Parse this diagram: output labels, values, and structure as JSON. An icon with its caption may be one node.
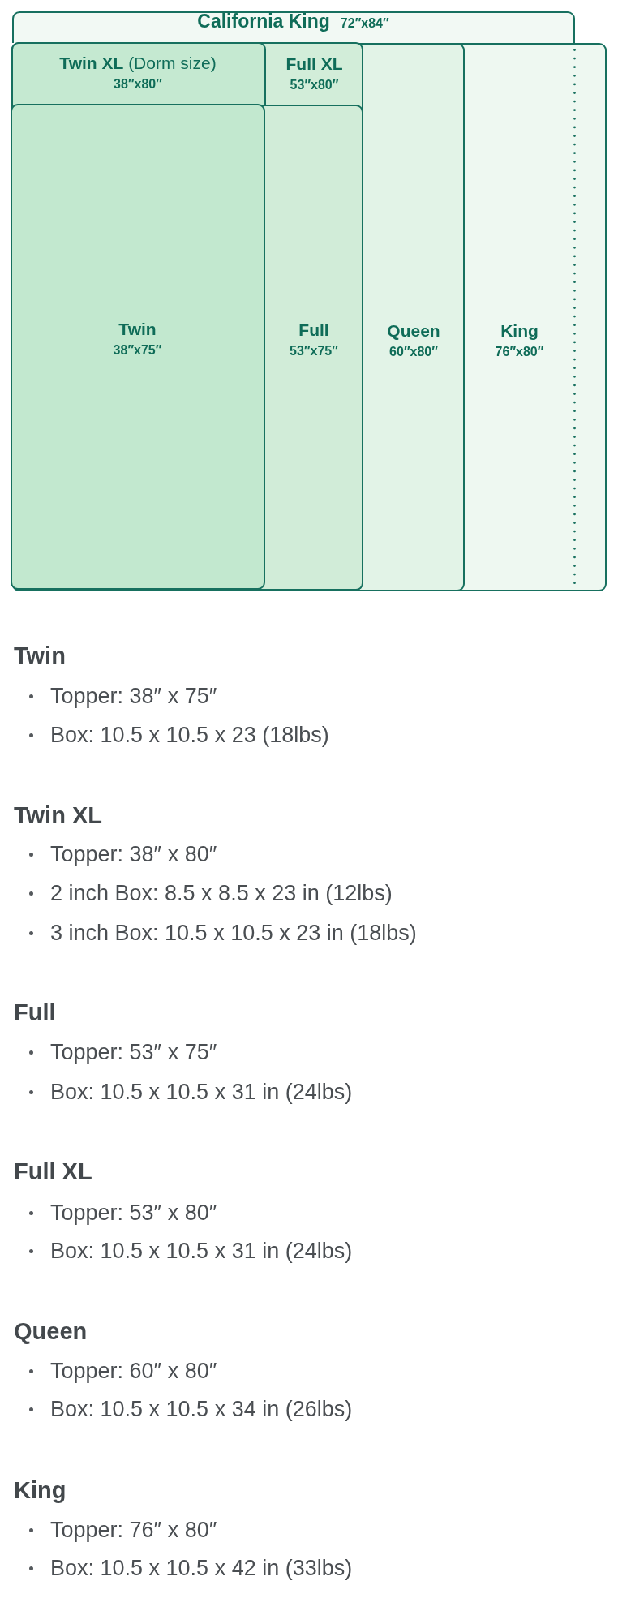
{
  "diagram": {
    "nodes": [
      {
        "text": [
          "California King",
          "72″x84″"
        ]
      },
      {
        "text": [
          "**Twin XL** (Dorm size)",
          "38″x80″"
        ],
        "in": 2
      },
      {
        "text": [
          "Full XL",
          "53″x80″"
        ],
        "in": 5
      },
      {
        "text": [
          "Twin",
          "38″x75″"
        ],
        "in": 4
      },
      {
        "text": [
          "Full",
          "53″x75″"
        ],
        "in": 2
      },
      {
        "text": [
          "Queen",
          "60″x80″"
        ],
        "in": 6
      },
      {
        "text": [
          "King",
          "76″x80″"
        ]
      }
    ],
    "labels": [
      "Twin",
      "Topper: 38″ x 75″",
      "Box: 10.5 x 10.5 x 23 (18lbs)",
      "Twin XL",
      "Topper: 38″ x 80″",
      "2 inch Box: 8.5 x 8.5 x 23 in (12lbs)",
      "3 inch Box: 10.5 x 10.5 x 23 in (18lbs)",
      "Full",
      "Topper: 53″ x 75″",
      "Box: 10.5 x 10.5 x 31 in (24lbs)",
      "Full XL",
      "Topper: 53″ x 80″",
      "Box: 10.5 x 10.5 x 31 in (24lbs)",
      "Queen",
      "Topper: 60″ x 80″",
      "Box: 10.5 x 10.5 x 34 in (26lbs)",
      "King",
      "Topper: 76″ x 80″",
      "Box: 10.5 x 10.5 x 42 in (33lbs)"
    ]
  }
}
